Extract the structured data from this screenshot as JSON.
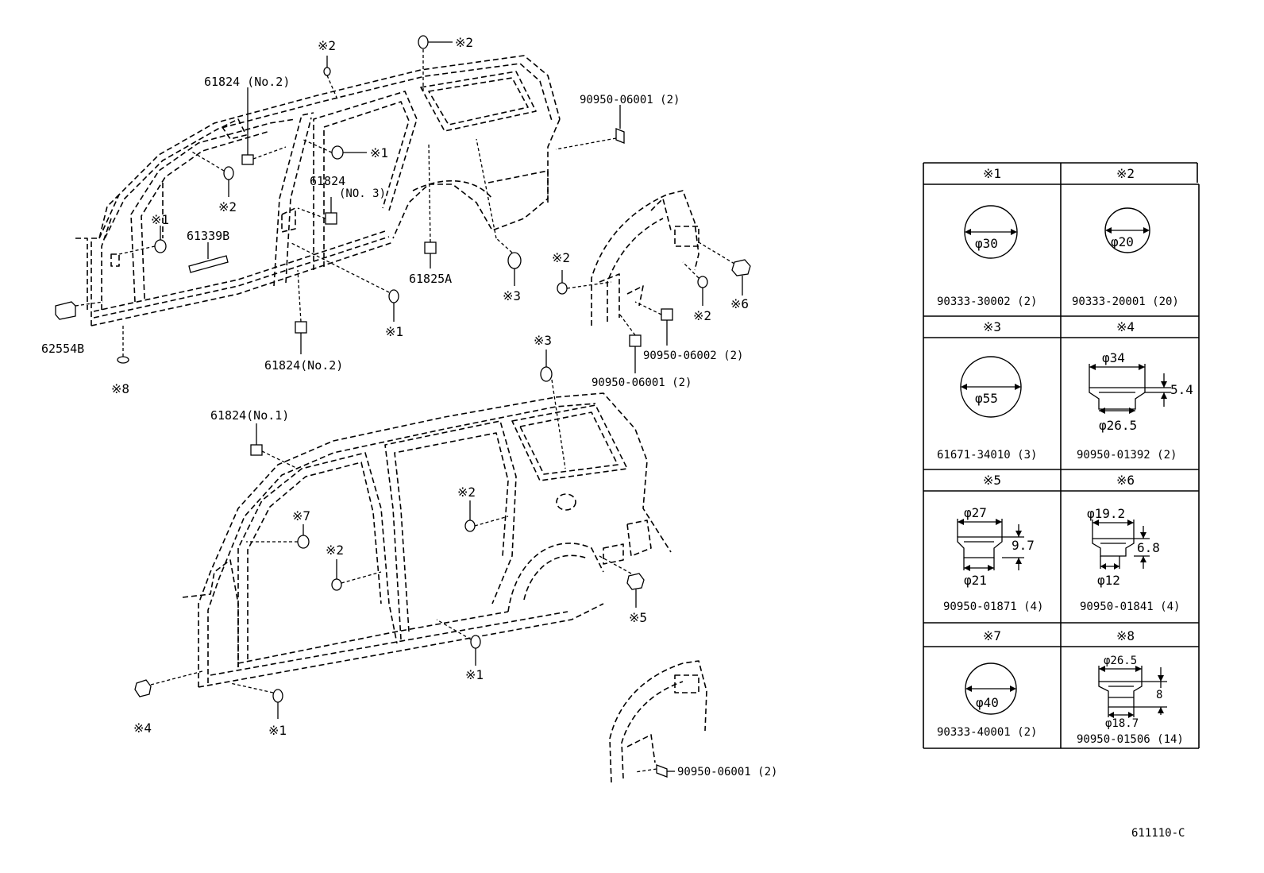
{
  "callouts": {
    "m2_top": "※2",
    "m2_roof": "※2",
    "p61824_no2_top": "61824 (No.2)",
    "p90950_06001_top": "90950-06001 (2)",
    "m1_pillar": "※1",
    "m2_upper": "※2",
    "p61824_no3": "61824",
    "p61824_no3_sub": "(NO. 3)",
    "m1_front": "※1",
    "p61339B": "61339B",
    "p62554B": "62554B",
    "m8": "※8",
    "p61824_no2_bottom": "61824(No.2)",
    "m1_sill": "※1",
    "p61825A": "61825A",
    "m3_upper": "※3",
    "m2_wheel_left": "※2",
    "m2_wheel_right": "※2",
    "m6": "※6",
    "p90950_06002": "90950-06002 (2)",
    "p90950_06001_mid": "90950-06001 (2)",
    "m3_lower": "※3",
    "p61824_no1": "61824(No.1)",
    "m7": "※7",
    "m2_door": "※2",
    "m2_center": "※2",
    "m5": "※5",
    "m1_bottom_right": "※1",
    "m4": "※4",
    "m1_bottom": "※1",
    "p90950_06001_bottom": "90950-06001 (2)",
    "figure_code": "611110-C"
  },
  "legend": [
    {
      "mark": "※1",
      "kind": "plug",
      "dims": [
        "φ30"
      ],
      "part": "90333-30002 (2)"
    },
    {
      "mark": "※2",
      "kind": "plug",
      "dims": [
        "φ20"
      ],
      "part": "90333-20001 (20)"
    },
    {
      "mark": "※3",
      "kind": "plug",
      "dims": [
        "φ55"
      ],
      "part": "61671-34010 (3)"
    },
    {
      "mark": "※4",
      "kind": "grommet",
      "dims": [
        "φ34",
        "5.4",
        "φ26.5"
      ],
      "part": "90950-01392 (2)"
    },
    {
      "mark": "※5",
      "kind": "grommet",
      "dims": [
        "φ27",
        "9.7",
        "φ21"
      ],
      "part": "90950-01871 (4)"
    },
    {
      "mark": "※6",
      "kind": "grommet",
      "dims": [
        "φ19.2",
        "6.8",
        "φ12"
      ],
      "part": "90950-01841 (4)"
    },
    {
      "mark": "※7",
      "kind": "plug",
      "dims": [
        "φ40"
      ],
      "part": "90333-40001 (2)"
    },
    {
      "mark": "※8",
      "kind": "grommet",
      "dims": [
        "φ26.5",
        "8",
        "φ18.7"
      ],
      "part": "90950-01506 (14)"
    }
  ]
}
